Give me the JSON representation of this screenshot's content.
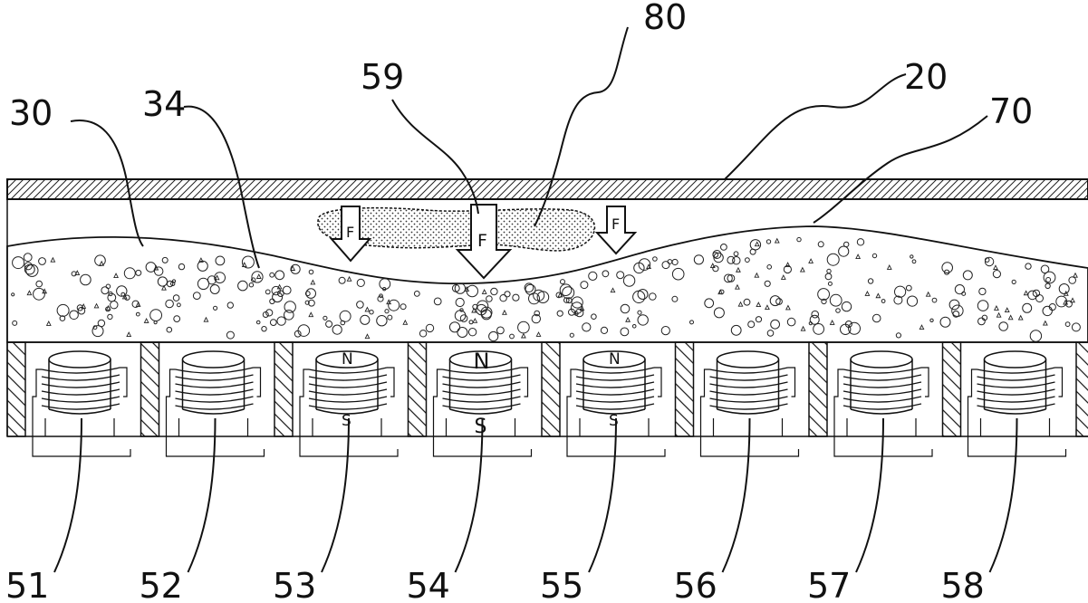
{
  "labels": {
    "plate": "20",
    "gel": "30",
    "particle": "34",
    "force_arrow": "59",
    "surface": "70",
    "object": "80",
    "coils": [
      "51",
      "52",
      "53",
      "54",
      "55",
      "56",
      "57",
      "58"
    ]
  },
  "force": {
    "symbol": "F"
  },
  "poles": {
    "north": "N",
    "south": "S"
  },
  "magnetized_coils": [
    2,
    3,
    4
  ]
}
